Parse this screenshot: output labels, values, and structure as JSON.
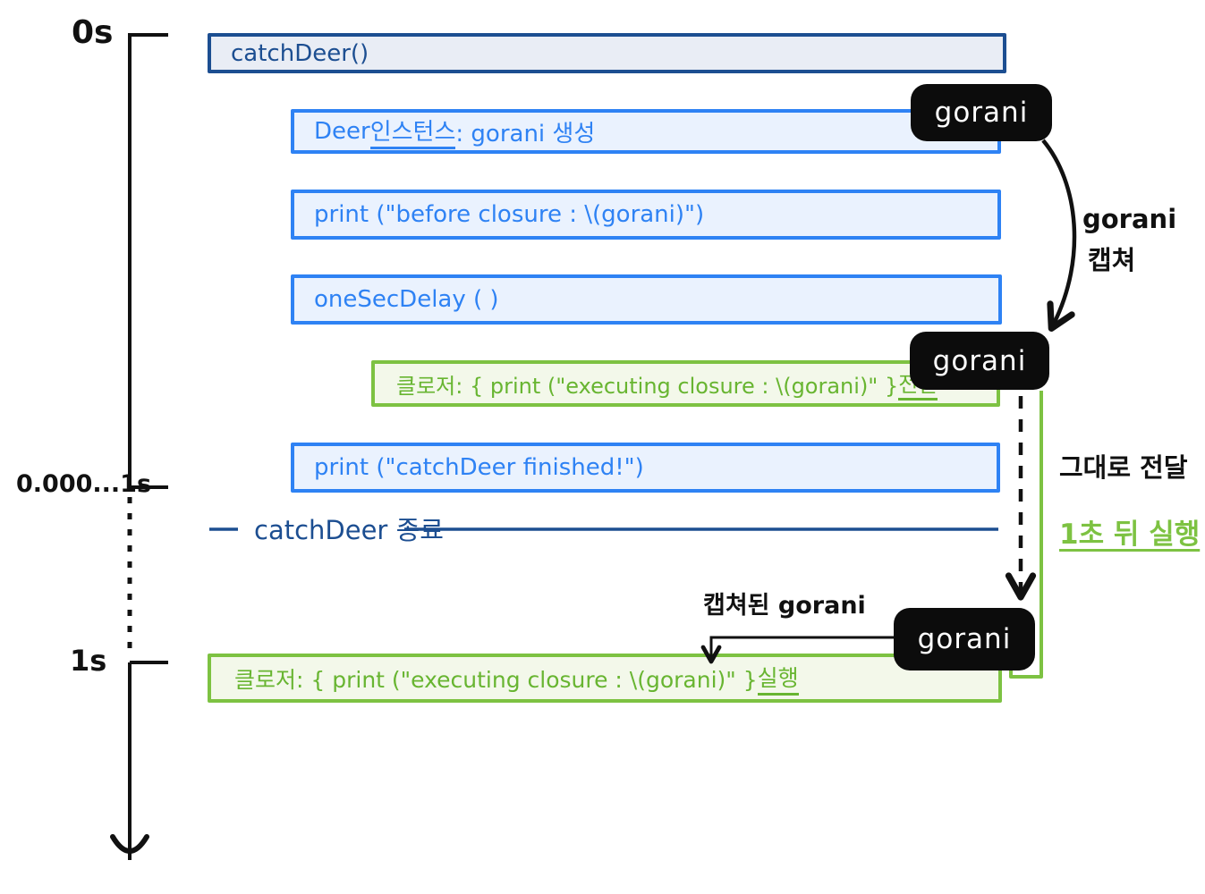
{
  "colors": {
    "navy": "#1c4e91",
    "blue": "#2e82f4",
    "green": "#7dc242",
    "black": "#111111",
    "badge_bg": "#0c0c0c"
  },
  "timeline": {
    "t0": "0s",
    "t_mid": "0.000...1s",
    "t1": "1s"
  },
  "call_stack": {
    "catchdeer": "catchDeer()",
    "deer_instance": {
      "pre": "Deer ",
      "u": "인스턴스",
      "post": " : gorani 생성"
    },
    "print_before": "print (\"before closure : \\(gorani)\")",
    "one_sec_delay": "oneSecDelay ( )",
    "closure_pass": {
      "pre": "클로저:  { print (\"executing closure : \\(gorani)\" }  ",
      "u": "전달"
    },
    "print_finished": "print (\"catchDeer finished!\")",
    "closure_exec": {
      "pre": "클로저:  { print (\"executing closure : \\(gorani)\" }  ",
      "u": "실행"
    }
  },
  "badges": {
    "top": "gorani",
    "middle": "gorani",
    "bottom": "gorani"
  },
  "annotations": {
    "capture_line1": "gorani",
    "capture_line2": "캡쳐",
    "pass_as_is": "그대로 전달",
    "run_after_1s": "1초 뒤 실행",
    "captured_gorani": "캡쳐된 gorani",
    "catchdeer_end": "catchDeer 종료"
  }
}
